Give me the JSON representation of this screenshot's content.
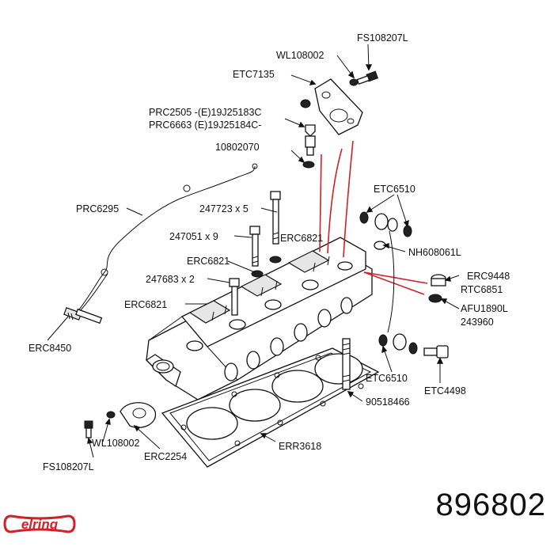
{
  "brand": {
    "logo_text": "elring",
    "color": "#d31f26"
  },
  "part_number": "896802",
  "callouts": {
    "fs108207l_top": "FS108207L",
    "wl108002_top": "WL108002",
    "etc7135": "ETC7135",
    "prc2505": "PRC2505 -(E)19J25183C",
    "prc6663": "PRC6663 (E)19J25184C-",
    "n10802070": "10802070",
    "etc6510_top": "ETC6510",
    "prc6295": "PRC6295",
    "b247723": "247723 x 5",
    "erc6821_small": "ERC6821",
    "b247051": "247051 x 9",
    "nh608061l": "NH608061L",
    "erc6821_a": "ERC6821",
    "b247683": "247683 x 2",
    "erc9448": "ERC9448",
    "rtc6851": "RTC6851",
    "erc6821_b": "ERC6821",
    "afu1890l": "AFU1890L",
    "n243960": "243960",
    "erc8450": "ERC8450",
    "etc6510_bottom": "ETC6510",
    "etc4498": "ETC4498",
    "n90518466": "90518466",
    "wl108002_bottom": "WL108002",
    "err3618": "ERR3618",
    "erc2254": "ERC2254",
    "fs108207l_bottom": "FS108207L"
  },
  "colors": {
    "ink": "#111111",
    "highlight": "#d31f26",
    "background": "#ffffff"
  }
}
